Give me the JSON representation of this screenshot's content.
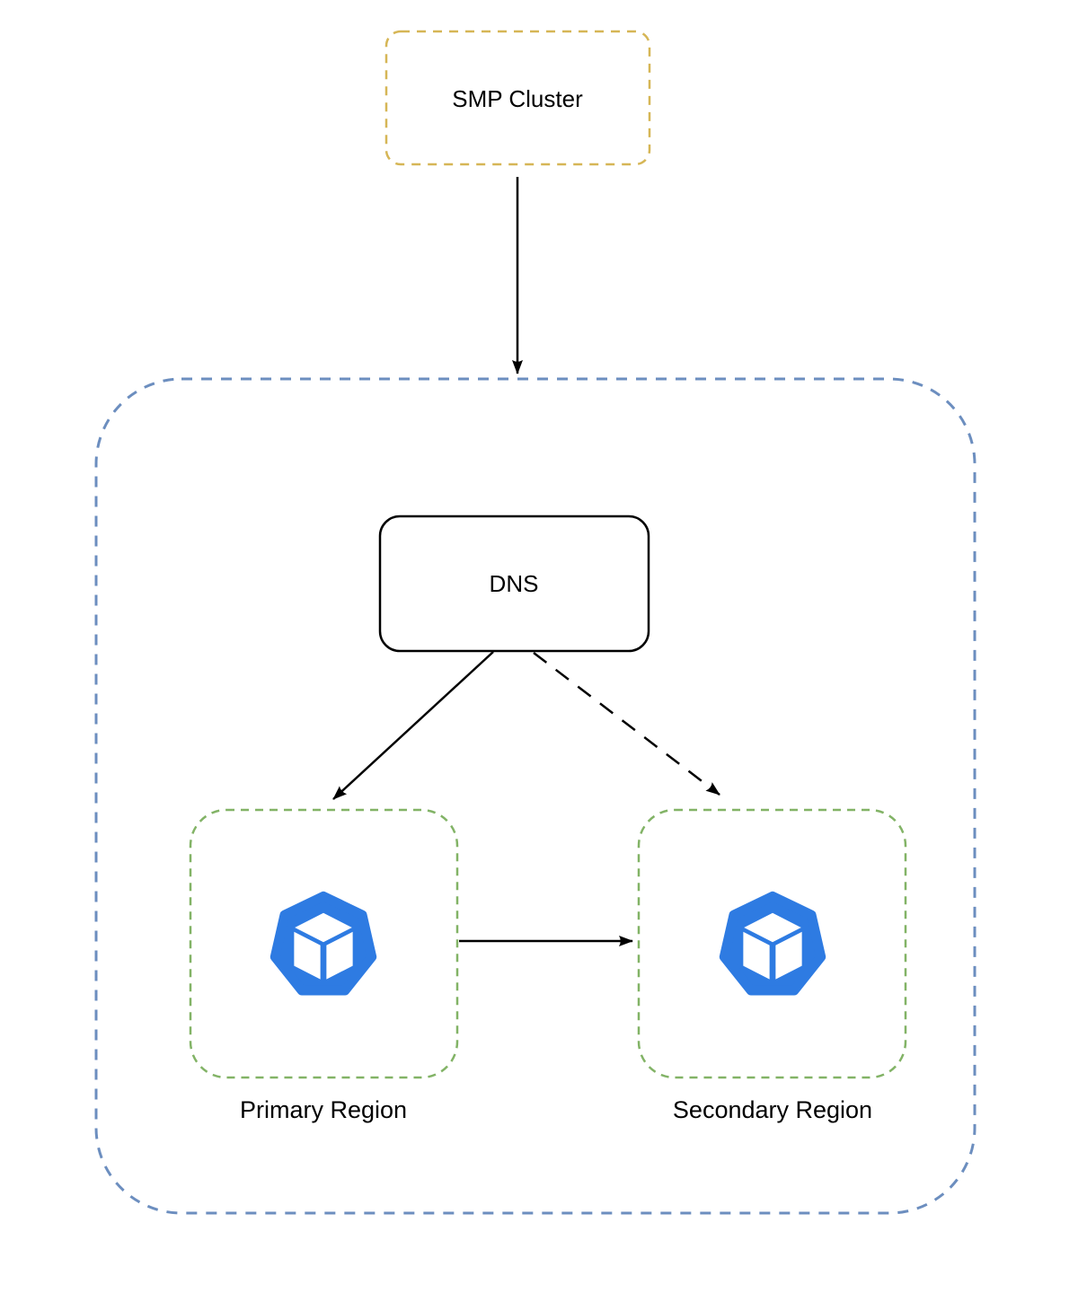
{
  "diagram_title": "SMP Cluster multi-region DNS routing diagram",
  "nodes": {
    "smp_cluster": {
      "label": "SMP Cluster",
      "border_style": "dashed"
    },
    "outer_region": {
      "label": "",
      "border_style": "dashed"
    },
    "dns": {
      "label": "DNS",
      "border_style": "solid"
    },
    "primary_region": {
      "label": "Primary Region",
      "border_style": "dashed",
      "icon": "cube-heptagon-icon"
    },
    "secondary_region": {
      "label": "Secondary Region",
      "border_style": "dashed",
      "icon": "cube-heptagon-icon"
    }
  },
  "edges": [
    {
      "from": "smp_cluster",
      "to": "outer_region",
      "style": "solid",
      "arrowhead": "filled"
    },
    {
      "from": "dns",
      "to": "primary_region",
      "style": "solid",
      "arrowhead": "filled"
    },
    {
      "from": "dns",
      "to": "secondary_region",
      "style": "dashed",
      "arrowhead": "filled"
    },
    {
      "from": "primary_region",
      "to": "secondary_region",
      "style": "solid",
      "arrowhead": "filled"
    }
  ],
  "colors": {
    "smp_cluster_border": "#D6B656",
    "outer_region_border": "#6C8EBF",
    "region_border": "#82B366",
    "dns_border": "#000000",
    "arrow": "#000000",
    "icon_blue": "#2E7BE2",
    "text": "#000000",
    "background": "#FFFFFF"
  }
}
